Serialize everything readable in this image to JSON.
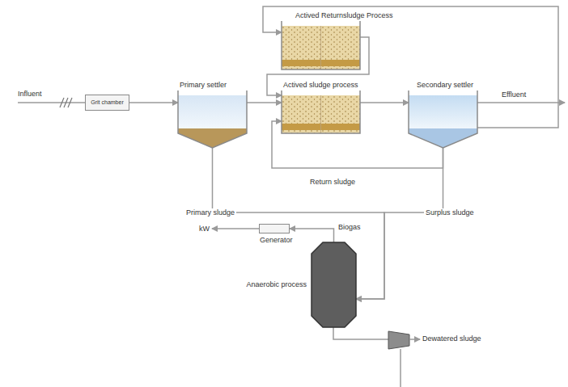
{
  "diagram": {
    "nodes": [
      {
        "text": [
          "Grit chamber"
        ]
      },
      {
        "text": [
          "Primary settler"
        ]
      },
      {
        "text": [
          "Actived Returnsludge Process"
        ]
      },
      {
        "text": [
          "Actived sludge process"
        ]
      },
      {
        "text": [
          "Secondary settler"
        ]
      },
      {
        "text": [
          "Generator"
        ]
      },
      {
        "text": [
          "Anaerobic process"
        ]
      }
    ],
    "edges": [
      {
        "from": 0,
        "to": 1,
        "arrow": "to"
      },
      {
        "from": 1,
        "to": 3,
        "arrow": "to"
      },
      {
        "from": 2,
        "to": 3,
        "arrow": "to"
      },
      {
        "from": 3,
        "to": 4,
        "arrow": "to"
      },
      {
        "from": 4,
        "to": 2,
        "arrow": "to"
      },
      {
        "from": 4,
        "to": 3,
        "arrow": "to"
      },
      {
        "from": 1,
        "to": 6,
        "arrow": "to"
      },
      {
        "from": 4,
        "to": 6,
        "arrow": "to"
      },
      {
        "from": 6,
        "to": 5,
        "arrow": "to"
      }
    ],
    "labels": [
      "Influent",
      "Effluent",
      "Return sludge",
      "Primary sludge",
      "Surplus sludge",
      "Biogas",
      "kW",
      "Dewatered sludge"
    ]
  }
}
